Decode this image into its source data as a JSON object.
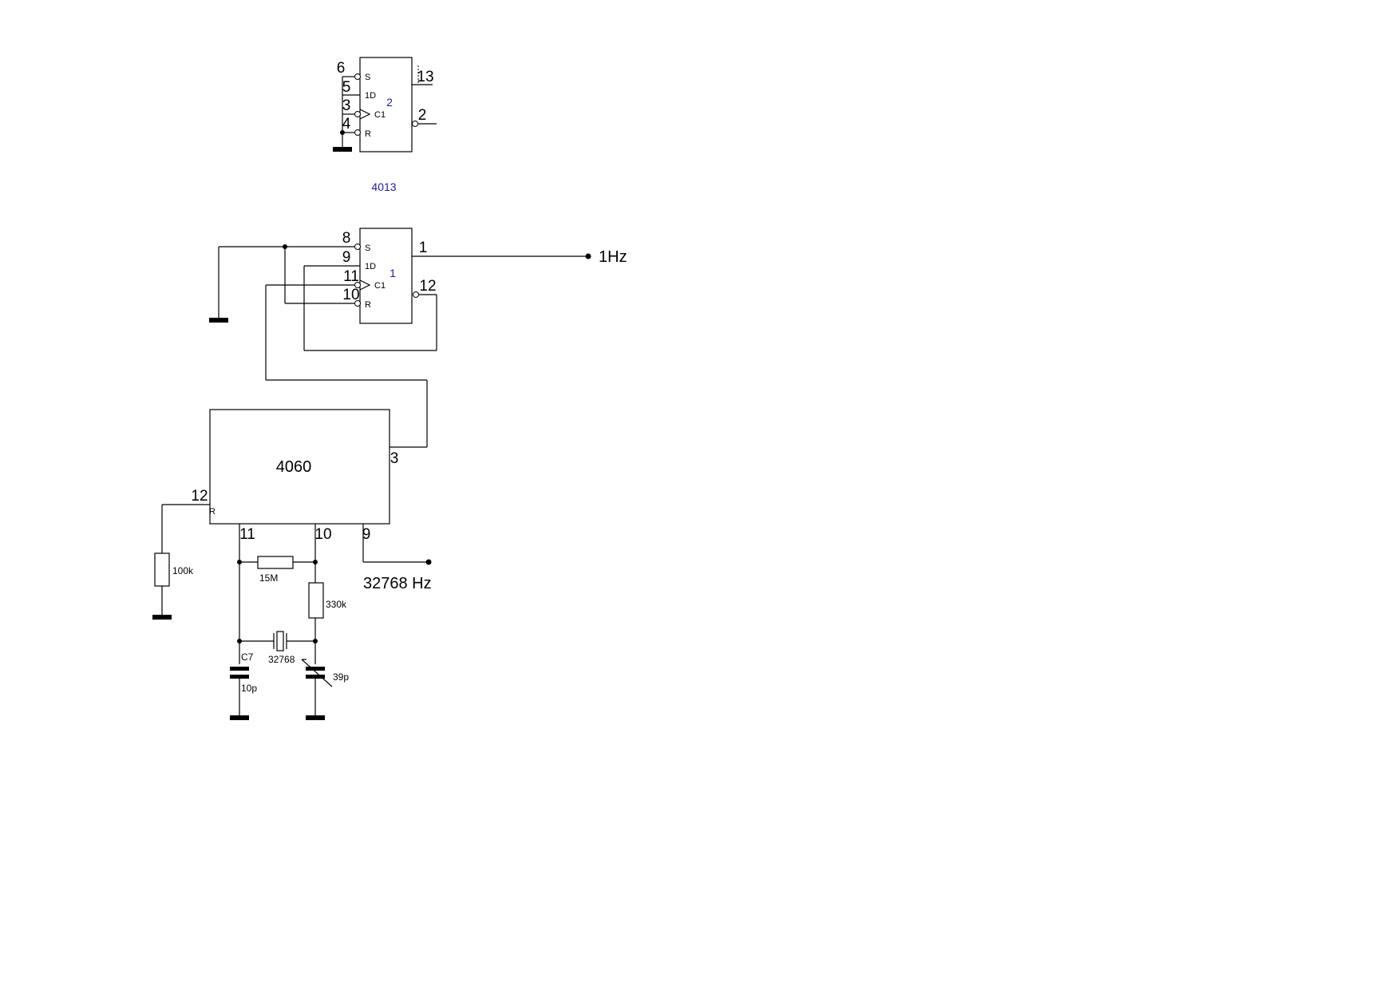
{
  "ff2": {
    "pins": {
      "s": "6",
      "d": "5",
      "c": "3",
      "r": "4",
      "q": "13",
      "qn": "2"
    },
    "inputs": {
      "s": "S",
      "d": "1D",
      "c": "C1",
      "r": "R"
    },
    "index": "2",
    "part": "4013"
  },
  "ff1": {
    "pins": {
      "s": "8",
      "d": "9",
      "c": "11",
      "r": "10",
      "q": "1",
      "qn": "12"
    },
    "inputs": {
      "s": "S",
      "d": "1D",
      "c": "C1",
      "r": "R"
    },
    "index": "1"
  },
  "counter": {
    "part": "4060",
    "pins": {
      "out": "3",
      "reset": "12",
      "p11": "11",
      "p10": "10",
      "p9": "9"
    },
    "reset_label": "R"
  },
  "output_1hz": "1Hz",
  "output_32768": "32768 Hz",
  "components": {
    "r_reset": "100k",
    "r_feedback": "15M",
    "r_series": "330k",
    "crystal": "32768",
    "c7_name": "C7",
    "c7_value": "10p",
    "trimmer": "39p"
  }
}
